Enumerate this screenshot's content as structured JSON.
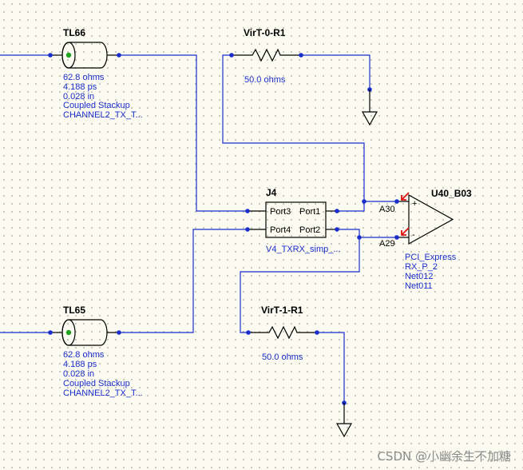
{
  "tl66": {
    "ref": "TL66",
    "props": [
      "62.8 ohms",
      "4.188 ps",
      "0.028 in",
      "Coupled Stackup",
      "CHANNEL2_TX_T..."
    ]
  },
  "tl65": {
    "ref": "TL65",
    "props": [
      "62.8 ohms",
      "4.188 ps",
      "0.028 in",
      "Coupled Stackup",
      "CHANNEL2_TX_T..."
    ]
  },
  "virt0": {
    "ref": "VirT-0-R1",
    "value": "50.0 ohms"
  },
  "virt1": {
    "ref": "VirT-1-R1",
    "value": "50.0 ohms"
  },
  "j4": {
    "ref": "J4",
    "port3": "Port3",
    "port1": "Port1",
    "port4": "Port4",
    "port2": "Port2",
    "model": "V4_TXRX_simp_..."
  },
  "u40": {
    "ref": "U40_B03",
    "pin_a30": "A30",
    "pin_a29": "A29",
    "plus": "+",
    "minus": "-",
    "props": [
      "PCI_Express",
      "RX_P_2",
      "Net012",
      "Net011"
    ]
  },
  "watermark": "CSDN @小幽余生不加糖",
  "colors": {
    "wire": "#1a2ecc",
    "background": "#fbfbf1",
    "marker": "#dd1111"
  }
}
